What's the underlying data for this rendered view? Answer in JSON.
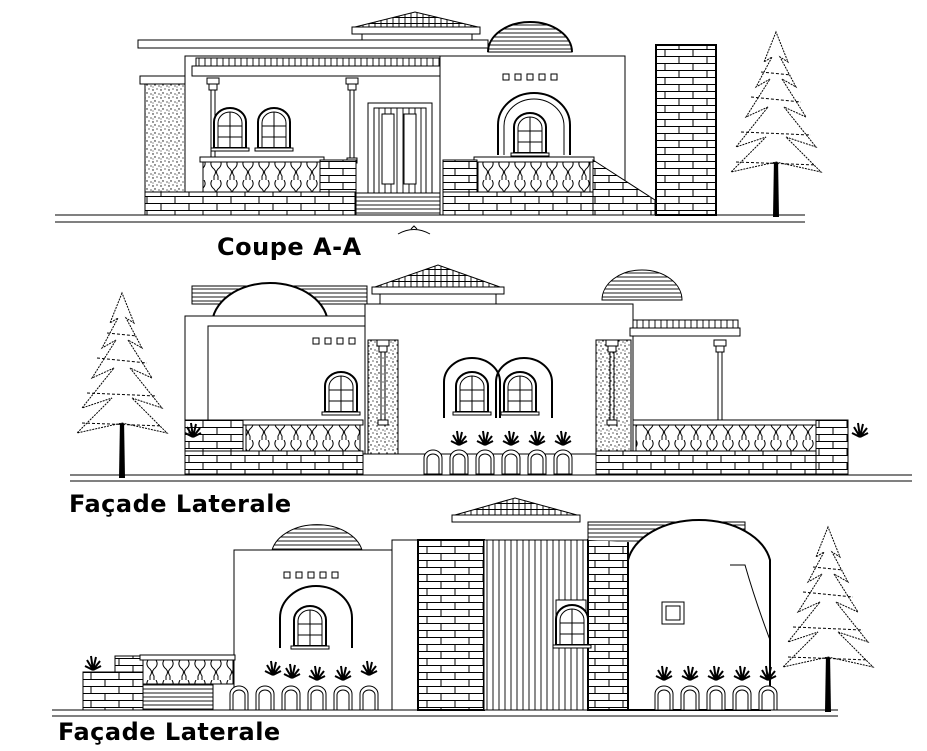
{
  "drawings": [
    {
      "id": "coupe-a-a",
      "title": "Coupe A-A"
    },
    {
      "id": "facade-laterale-1",
      "title": "Façade Laterale"
    },
    {
      "id": "facade-laterale-2",
      "title": "Façade Laterale"
    }
  ],
  "colors": {
    "line": "#000000",
    "background": "#ffffff"
  }
}
